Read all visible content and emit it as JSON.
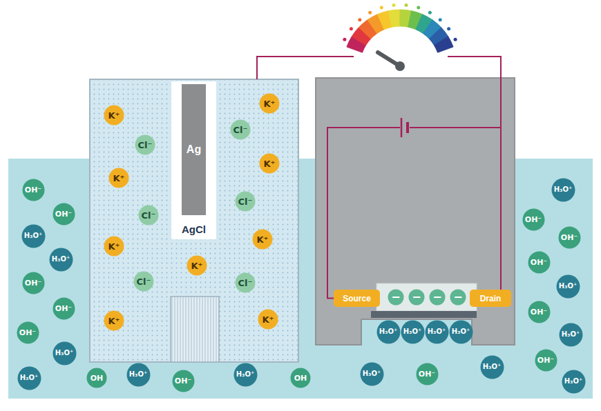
{
  "diagram": {
    "nodes": [
      {
        "text": [
          "AgCl"
        ]
      },
      {
        "text": [
          "Ag"
        ],
        "in": 0
      },
      {
        "text": [
          "K⁺"
        ]
      },
      {
        "text": [
          "K⁺"
        ]
      },
      {
        "text": [
          "Cl⁻"
        ]
      },
      {
        "text": [
          "Cl⁻"
        ]
      },
      {
        "text": [
          "K⁺"
        ]
      },
      {
        "text": [
          "K⁺"
        ]
      },
      {
        "text": [
          "Cl⁻"
        ]
      },
      {
        "text": [
          "Cl⁻"
        ]
      },
      {
        "text": [
          "K⁺"
        ]
      },
      {
        "text": [
          "K⁺"
        ]
      },
      {
        "text": [
          "K⁺"
        ]
      },
      {
        "text": [
          "Cl⁻"
        ]
      },
      {
        "text": [
          "Cl⁻"
        ]
      },
      {
        "text": [
          "K⁺"
        ]
      },
      {
        "text": [
          "K⁺"
        ]
      },
      {
        "text": [
          "OH⁻"
        ]
      },
      {
        "text": [
          "OH⁻"
        ]
      },
      {
        "text": [
          "H₃O⁺"
        ]
      },
      {
        "text": [
          "H₃O⁺"
        ]
      },
      {
        "text": [
          "OH⁻"
        ]
      },
      {
        "text": [
          "OH⁻"
        ]
      },
      {
        "text": [
          "OH⁻"
        ]
      },
      {
        "text": [
          "H₃O⁺"
        ]
      },
      {
        "text": [
          "Source"
        ]
      },
      {
        "text": [
          "−"
        ]
      },
      {
        "text": [
          "−"
        ]
      },
      {
        "text": [
          "−"
        ]
      },
      {
        "text": [
          "−"
        ]
      },
      {
        "text": [
          "Drain"
        ]
      },
      {
        "text": [
          "H₃O⁺"
        ]
      },
      {
        "text": [
          "H₃O⁺"
        ]
      },
      {
        "text": [
          "H₃O⁺"
        ]
      },
      {
        "text": [
          "H₃O⁺"
        ]
      },
      {
        "text": [
          "H₃O⁺"
        ]
      },
      {
        "text": [
          "OH⁻"
        ]
      },
      {
        "text": [
          "OH⁻"
        ]
      },
      {
        "text": [
          "OH⁻"
        ]
      },
      {
        "text": [
          "H₃O⁺"
        ]
      },
      {
        "text": [
          "OH⁻"
        ]
      },
      {
        "text": [
          "H₃O⁺"
        ]
      },
      {
        "text": [
          "OH⁻"
        ]
      },
      {
        "text": [
          "H₃O⁺"
        ]
      },
      {
        "text": [
          "OH"
        ]
      },
      {
        "text": [
          "H₃O⁺"
        ]
      },
      {
        "text": [
          "OH⁻"
        ]
      },
      {
        "text": [
          "H₃O⁺"
        ]
      },
      {
        "text": [
          "OH"
        ]
      },
      {
        "text": [
          "H₃O⁺"
        ]
      },
      {
        "text": [
          "OH⁻"
        ]
      },
      {
        "text": [
          "H₃O⁺"
        ]
      },
      {
        "text": [
          "H₃O⁺"
        ]
      }
    ],
    "edges": [
      {
        "from": 25,
        "to": 30,
        "arrow": "none"
      }
    ]
  }
}
